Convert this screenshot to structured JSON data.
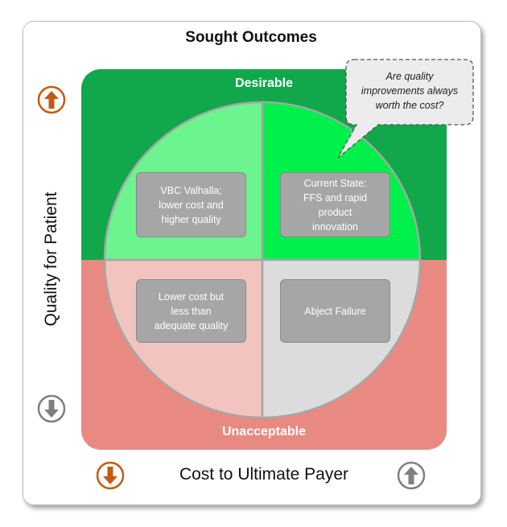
{
  "title": "Sought Outcomes",
  "top_band_label": "Desirable",
  "bottom_band_label": "Unacceptable",
  "y_axis_label": "Quality for Patient",
  "x_axis_label": "Cost to Ultimate Payer",
  "callout": {
    "lines": [
      "Are quality",
      "improvements always",
      "worth the cost?"
    ]
  },
  "quadrants": {
    "top_left": {
      "lines": [
        "VBC Valhalla;",
        "lower cost and",
        "higher quality"
      ]
    },
    "top_right": {
      "lines": [
        "Current State:",
        "FFS and rapid",
        "product",
        "innovation"
      ]
    },
    "bottom_left": {
      "lines": [
        "Lower cost but",
        "less than",
        "adequate quality"
      ]
    },
    "bottom_right": {
      "lines": [
        "Abject Failure"
      ]
    }
  },
  "colors": {
    "band_desirable": "#10a84a",
    "band_unacceptable": "#e98a82",
    "quadrant_top_left": "#6cf48f",
    "quadrant_top_right": "#00f04b",
    "quadrant_bottom_left": "#f2c4c0",
    "quadrant_bottom_right": "#dcdcdc",
    "label_box": "#a6a6a6",
    "arrow_orange": "#c55a11",
    "arrow_gray": "#7f7f7f"
  },
  "icons": {
    "quality_up": "arrow-up-icon",
    "quality_down": "arrow-down-icon",
    "cost_down": "arrow-down-icon",
    "cost_up": "arrow-up-icon"
  }
}
